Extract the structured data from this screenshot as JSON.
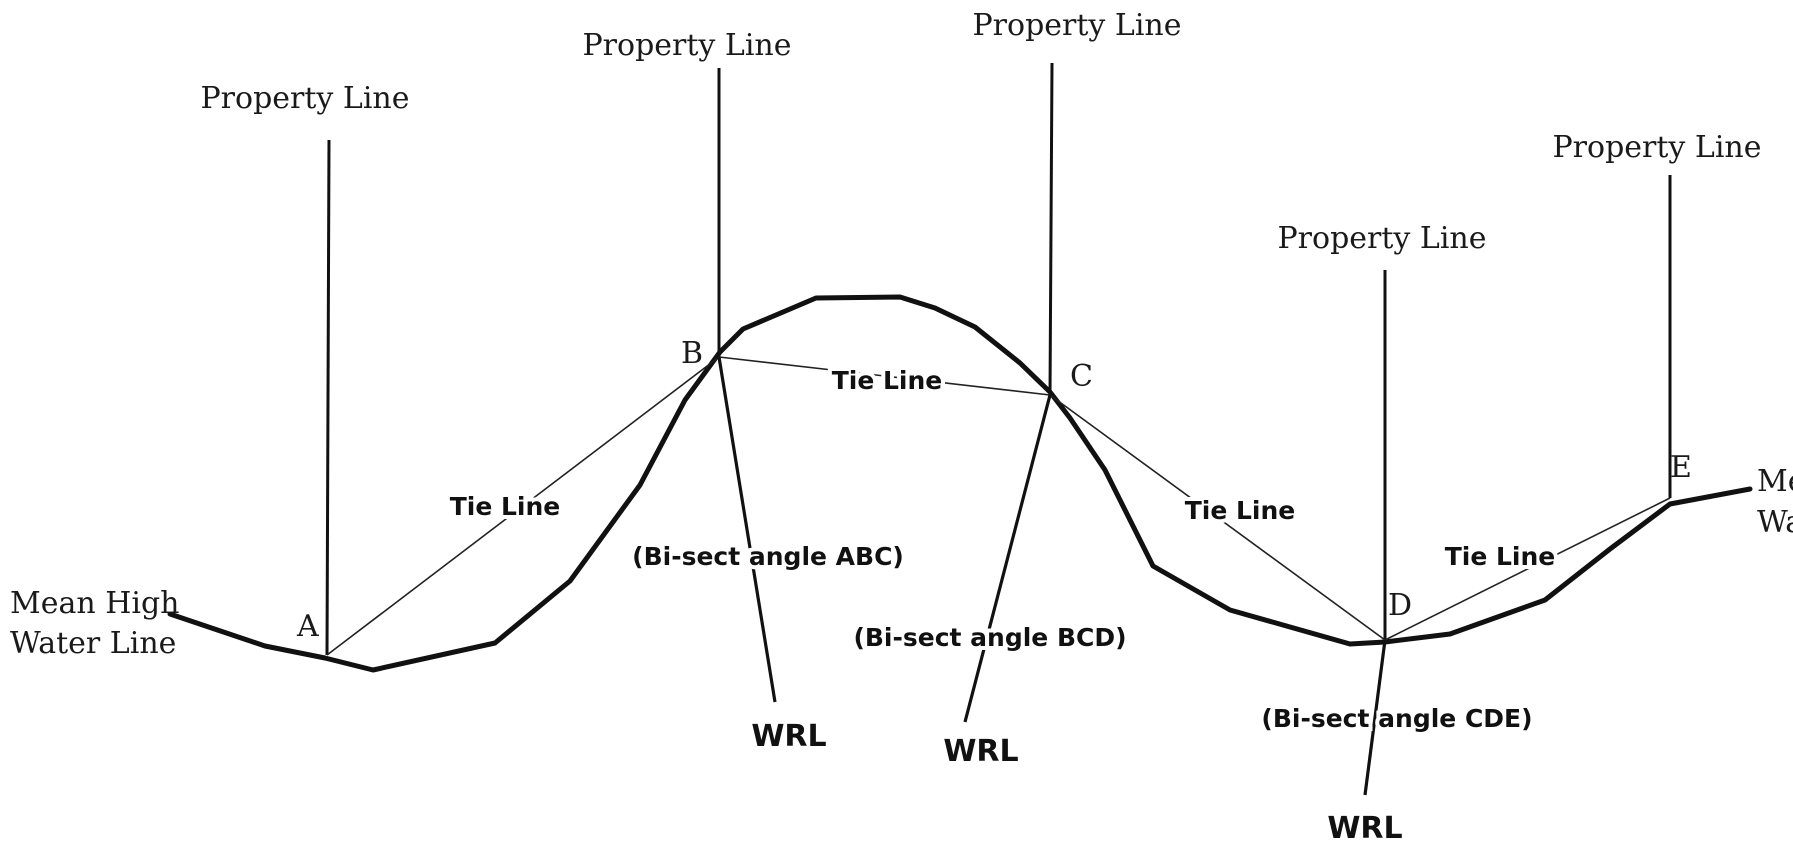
{
  "labels": {
    "property_line": "Property Line",
    "mean_high_left_line1": "Mean High",
    "mean_high_left_line2": "Water Line",
    "mean_high_right_line1": "Me",
    "mean_high_right_line2": "Wa",
    "tie_line": "Tie Line",
    "wrl": "WRL",
    "bisect_abc": "(Bi-sect angle ABC)",
    "bisect_bcd": "(Bi-sect angle BCD)",
    "bisect_cde": "(Bi-sect angle CDE)"
  },
  "points": {
    "a": "A",
    "b": "B",
    "c": "C",
    "d": "D",
    "e": "E"
  }
}
